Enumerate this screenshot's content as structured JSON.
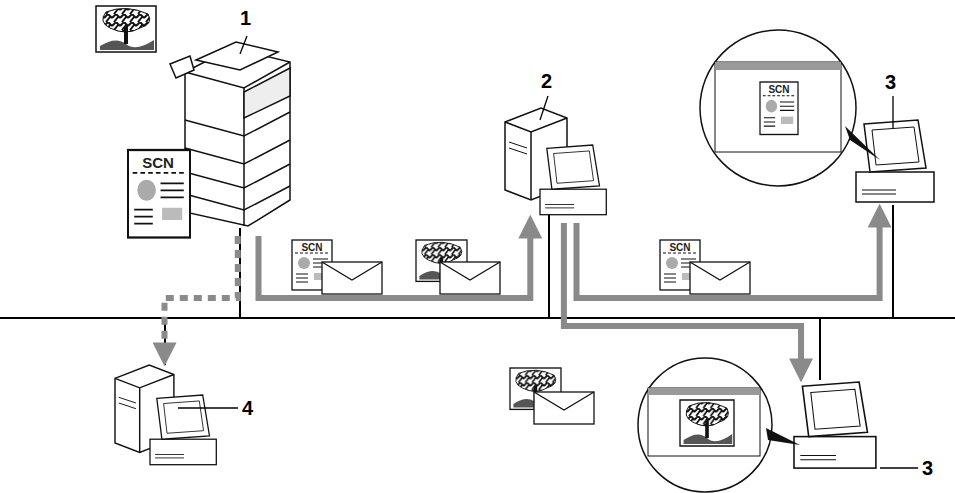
{
  "diagram": {
    "nodes": [
      {
        "text": [
          "1"
        ]
      },
      {
        "text": [
          "2"
        ]
      },
      {
        "text": [
          "3"
        ]
      },
      {
        "text": [
          "4"
        ]
      },
      {
        "text": [
          "3"
        ]
      }
    ],
    "edges": [
      {
        "from": 0,
        "to": 1,
        "arrow": "to"
      },
      {
        "from": 1,
        "to": 2,
        "arrow": "to"
      },
      {
        "from": 1,
        "to": 4,
        "arrow": "to"
      },
      {
        "from": 0,
        "to": 3,
        "arrow": "to"
      }
    ],
    "labels": [
      "SCN",
      "SCN",
      "SCN",
      "SCN"
    ]
  }
}
